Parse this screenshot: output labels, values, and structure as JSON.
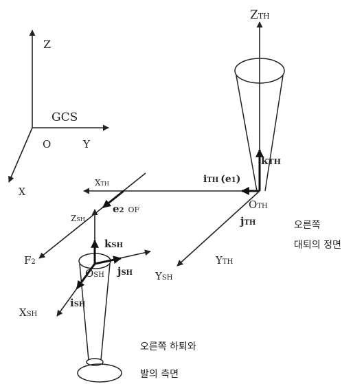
{
  "global_frame": {
    "z": "Z",
    "name": "GCS",
    "origin": "O",
    "y": "Y",
    "x": "X"
  },
  "thigh_frame": {
    "z": "Z",
    "z_sub": "TH",
    "k": "k",
    "k_sub": "TH",
    "i": "i",
    "i_sub": "TH",
    "i_note": "(e",
    "i_note_sub": "1",
    "i_note_close": ")",
    "j": "j",
    "j_sub": "TH",
    "origin": "O",
    "origin_sub": "TH",
    "y": "Y",
    "y_sub": "TH",
    "x": "X",
    "x_sub": "TH",
    "caption_line1": "오른쪽",
    "caption_line2": "대퇴의 정면"
  },
  "shank_frame": {
    "z": "Z",
    "z_sub": "SH",
    "e2": "e",
    "e2_sub": "2",
    "e2_note": "OF",
    "f2": "F",
    "f2_sub": "2",
    "k": "k",
    "k_sub": "SH",
    "j": "j",
    "j_sub": "SH",
    "y": "Y",
    "y_sub": "SH",
    "i": "i",
    "i_sub": "SH",
    "origin": "O",
    "origin_sub": "SH",
    "x": "X",
    "x_sub": "SH",
    "caption_line1": "오른쪽 하퇴와",
    "caption_line2": "발의 측면"
  }
}
